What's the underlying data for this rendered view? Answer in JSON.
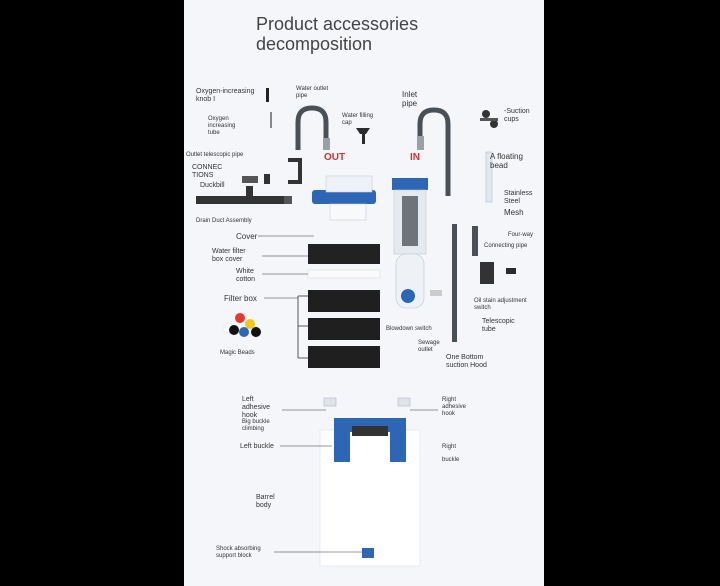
{
  "title": "Product accessories\ndecomposition",
  "labels": {
    "oxygen_knob": "Oxygen-increasing\nknob I",
    "oxygen_tube": "Oxygen\nincreasing\ntube",
    "water_outlet_pipe": "Water outlet\npipe",
    "water_filling_cap": "Water filling\ncap",
    "inlet_pipe": "Inlet\npipe",
    "suction_cups": "-Suction\ncups",
    "outlet_telescopic_pipe": "Outlet telescopic pipe",
    "out": "OUT",
    "in": "IN",
    "connections": "CONNEC\nTIONS",
    "floating_bead": "A floating\nbead",
    "duckbill": "Duckbill",
    "stainless_steel": "Stainless\nSteel",
    "mesh": "Mesh",
    "drain_duct": "Drain Duct Assembly",
    "cover": "Cover",
    "four_way": "Four-way",
    "connecting_pipe": "Connecting pipe",
    "water_filter_box_cover": "Water filter\nbox cover",
    "white_cotton": "White\ncotton",
    "filter_box": "Filter box",
    "oil_stain": "Oil stain adjustment\nswitch",
    "telescopic_tube": "Telescopic\ntube",
    "blowdown_switch": "Blowdown switch",
    "sewage_outlet": "Sewage\noutlet",
    "one_bottom": "One Bottom\nsuction Hood",
    "magic_beads": "Magic Beads",
    "left_adhesive_hook": "Left\nadhesive\nhook",
    "right_adhesive_hook": "Right\nadhesive\nhook",
    "big_buckle": "Big buckle\nclimbing",
    "left_buckle": "Left buckle",
    "right": "Right",
    "buckle": "buckle",
    "barrel_body": "Barrel\nbody",
    "shock_block": "Shock absorbing\nsupport block"
  },
  "colors": {
    "accent_blue": "#2d66b5",
    "red_label": "#d8322a",
    "dark_part": "#2b2b2b",
    "gray_pipe": "#4a5058"
  },
  "beads": [
    "#e33a2f",
    "#f2c51c",
    "#2d66b5",
    "#111111",
    "#ffffff"
  ]
}
